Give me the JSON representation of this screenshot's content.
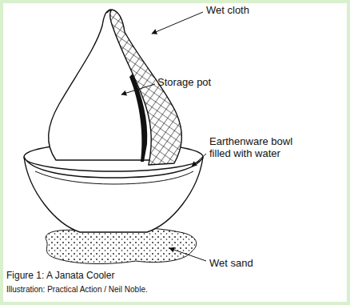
{
  "diagram": {
    "caption": "Figure 1: A Janata Cooler",
    "labels": [
      "Wet cloth",
      "Storage pot",
      "Earthenware bowl filled with water",
      "Wet sand",
      "Illustration: Practical Action / Neil Noble."
    ]
  }
}
